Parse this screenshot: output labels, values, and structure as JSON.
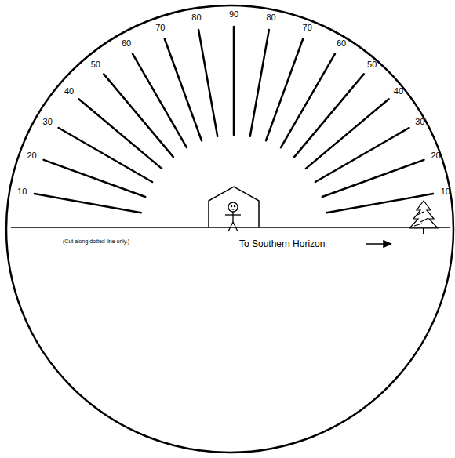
{
  "diagram": {
    "labels": [
      "10",
      "20",
      "30",
      "40",
      "50",
      "60",
      "70",
      "80",
      "90",
      "80",
      "70",
      "60",
      "50",
      "40",
      "30",
      "20",
      "10",
      "(Cut along dotted line only.)",
      "To Southern Horizon"
    ]
  }
}
